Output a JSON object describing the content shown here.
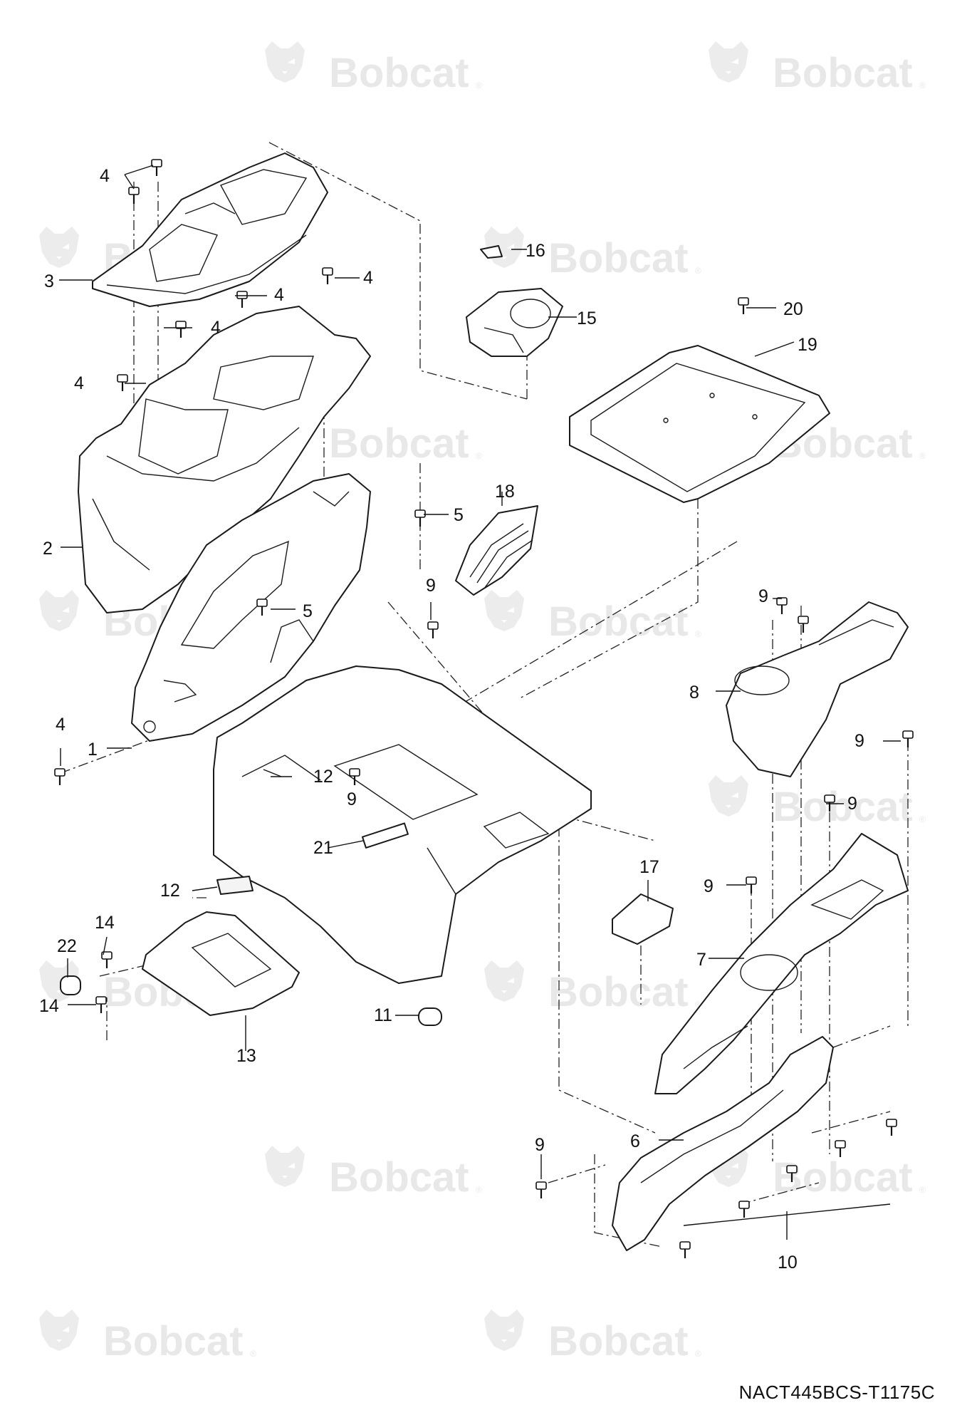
{
  "watermark": {
    "brand": "Bobcat",
    "registered_mark": "®"
  },
  "drawing_id": "NACT445BCS-T1175C",
  "callouts": {
    "c1": "1",
    "c2": "2",
    "c3": "3",
    "c4a": "4",
    "c4b": "4",
    "c4c": "4",
    "c4d": "4",
    "c4e": "4",
    "c4f": "4",
    "c5a": "5",
    "c5b": "5",
    "c6": "6",
    "c7": "7",
    "c8": "8",
    "c9a": "9",
    "c9b": "9",
    "c9c": "9",
    "c9d": "9",
    "c9e": "9",
    "c9f": "9",
    "c10": "10",
    "c11": "11",
    "c12a": "12",
    "c12b": "12",
    "c13": "13",
    "c14a": "14",
    "c14b": "14",
    "c15": "15",
    "c16": "16",
    "c17": "17",
    "c18": "18",
    "c19": "19",
    "c20": "20",
    "c21": "21",
    "c22": "22"
  }
}
